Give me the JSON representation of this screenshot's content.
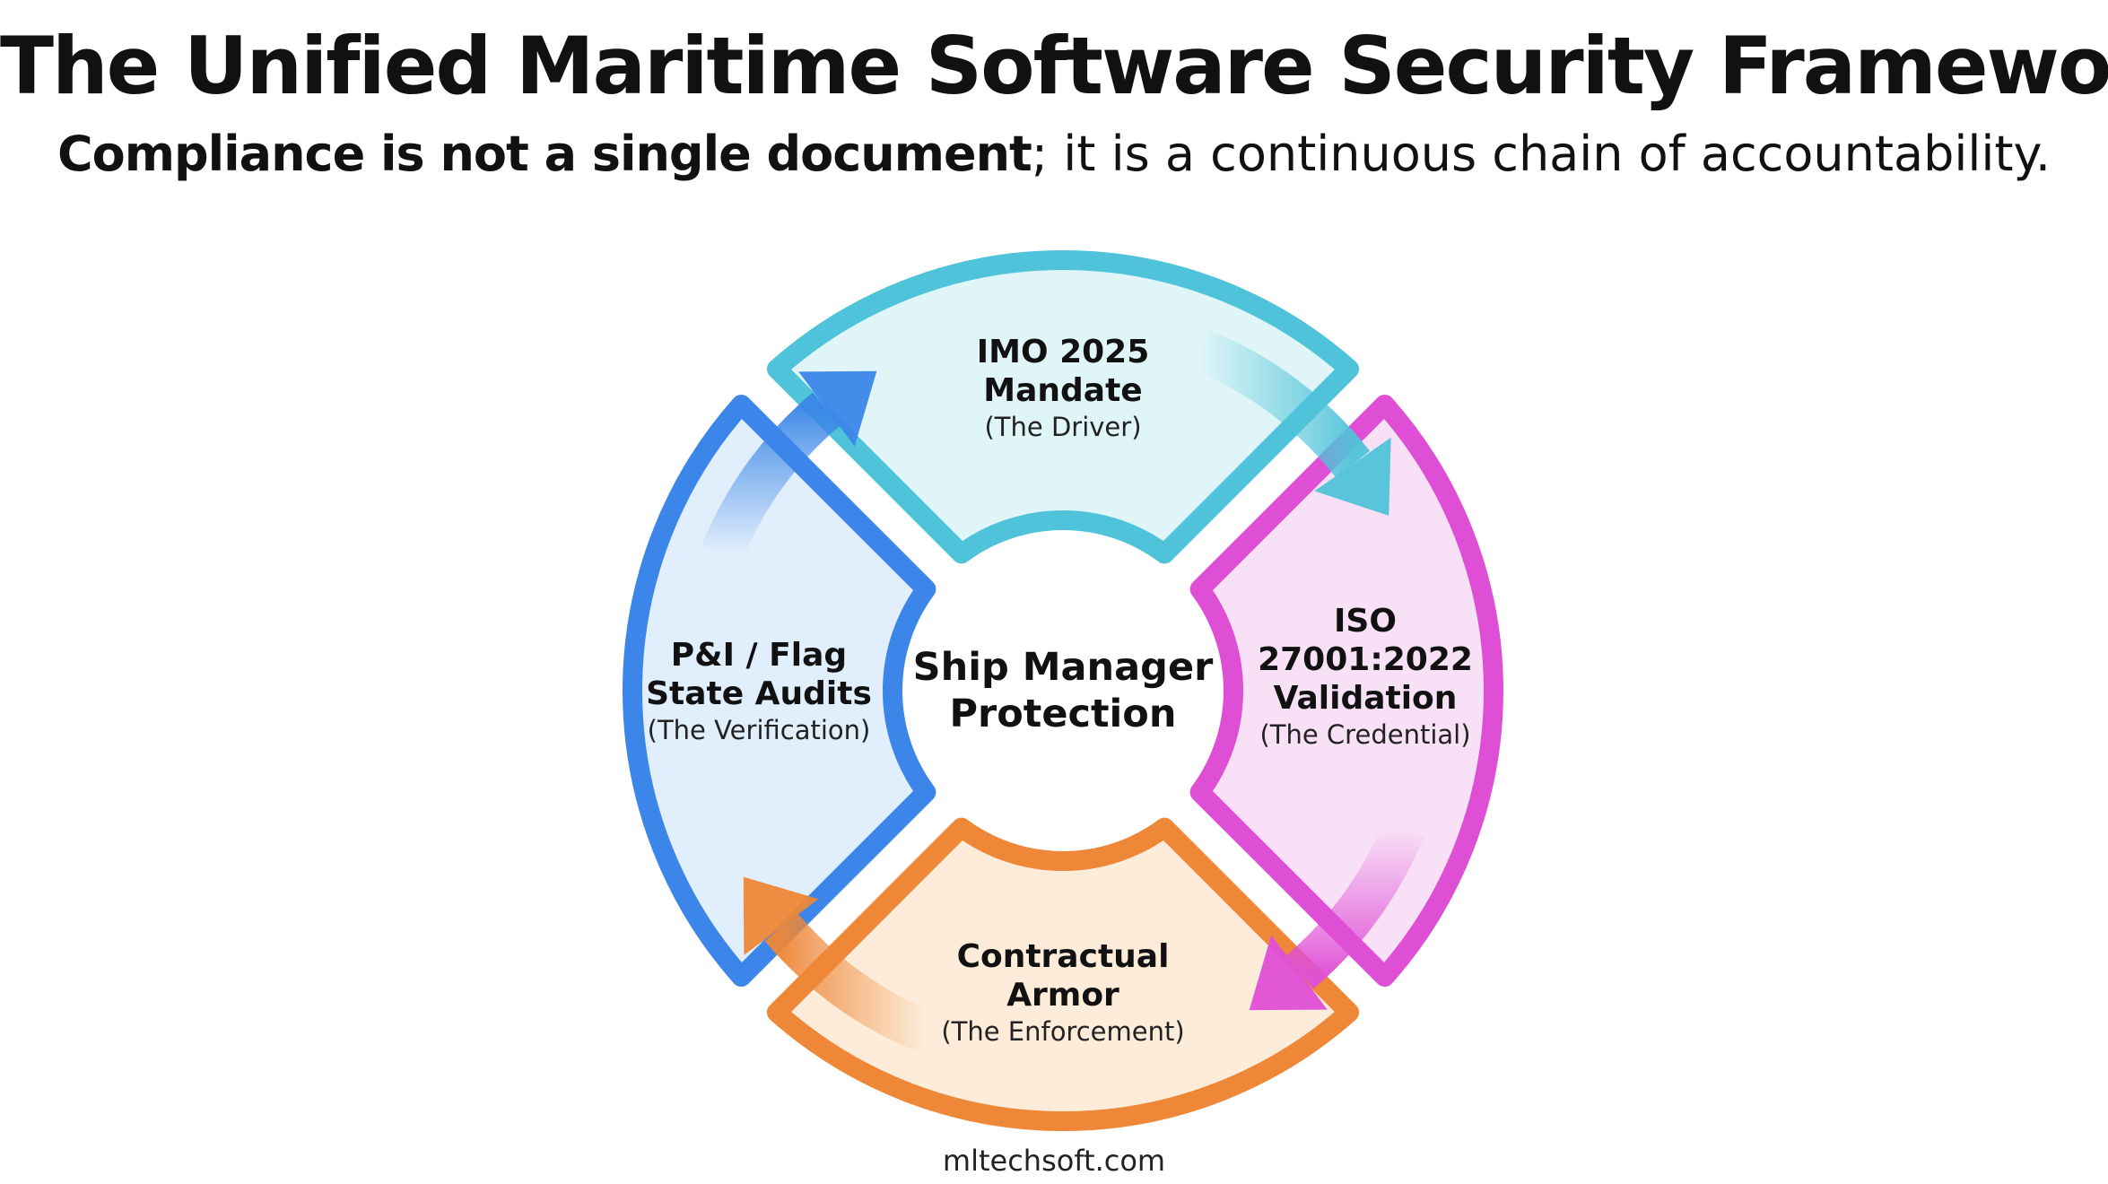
{
  "title": "The Unified Maritime Software Security Framework",
  "subtitle": {
    "bold": "Compliance is not a single document",
    "rest": "; it is a continuous chain of accountability."
  },
  "hub": {
    "line1": "Ship Manager",
    "line2": "Protection"
  },
  "segments": {
    "top": {
      "title_line1": "IMO 2025",
      "title_line2": "Mandate",
      "subtitle": "(The Driver)",
      "color": "#4fc3d9",
      "fill": "#dff5f8"
    },
    "right": {
      "title_line1": "ISO",
      "title_line2": "27001:2022",
      "title_line3": "Validation",
      "subtitle": "(The Credential)",
      "color": "#df4fd6",
      "fill": "#f8e0f6"
    },
    "bottom": {
      "title_line1": "Contractual",
      "title_line2": "Armor",
      "subtitle": "(The Enforcement)",
      "color": "#ee8737",
      "fill": "#fdecd9"
    },
    "left": {
      "title_line1": "P&I / Flag",
      "title_line2": "State Audits",
      "subtitle": "(The Verification)",
      "color": "#3b86e8",
      "fill": "#e1eefb"
    }
  },
  "footer": "mltechsoft.com"
}
